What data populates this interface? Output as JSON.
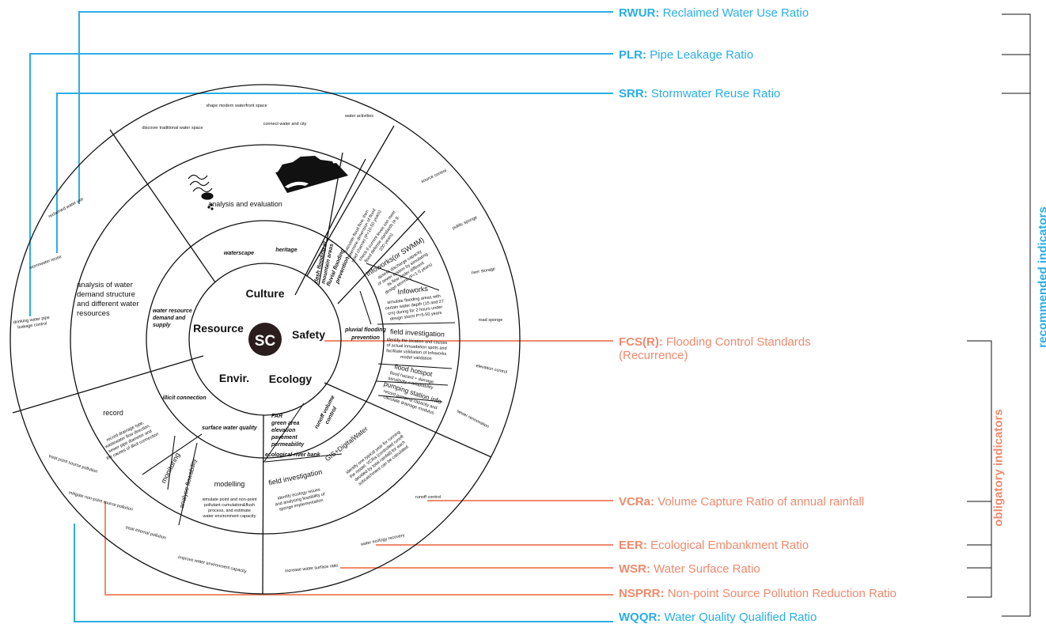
{
  "center": "SC",
  "inner": {
    "culture": "Culture",
    "safety": "Safety",
    "ecology": "Ecology",
    "envir": "Envir.",
    "resource": "Resource"
  },
  "ring2": {
    "waterscape": "waterscape",
    "heritage": "heritage",
    "flash": [
      "flash flooding in",
      "mountain areas"
    ],
    "fluvial": [
      "fluvial flooding",
      "prevention"
    ],
    "pluvial": [
      "pluvial flooding",
      "prevention"
    ],
    "runoff": [
      "runoff volume",
      "control"
    ],
    "far": [
      "FAR",
      "green area",
      "elevation",
      "pavement",
      "permeability",
      "ecological river bank"
    ],
    "surface_quality": "surface water quality",
    "illicit": "illicit connection",
    "water_resource": [
      "water resource",
      "demand and",
      "supply"
    ]
  },
  "ring3": {
    "analysis": "analysis and evaluation",
    "analysis_water": [
      "analysis of water",
      "demand structure",
      "and different water",
      "resources"
    ],
    "calc": [
      "calculate flood flow, then",
      "determine dimension of flood",
      "relief channel (P=10-50 years)"
    ],
    "check": [
      "check if current levee can meet",
      "flood defense standards (e.g.",
      "200 years)"
    ],
    "infoworks_swmm": {
      "title": "Infoworks(or SWMM)",
      "desc": [
        "assess discharge capacity",
        "of sewer system by simulating",
        "its flow under different",
        "design storms (P=1-5 years)"
      ]
    },
    "infoworks": {
      "title": "Infoworks",
      "desc": [
        "simulate flooding areas with",
        "certain water depth (15 and 27",
        "cm) during for 2 hours under",
        "design storm P=5-50 years"
      ]
    },
    "field_safety": {
      "title": "field  investigation",
      "desc": [
        "identify the location and causes",
        "of actual innuadation spots and",
        "facilitate validation of Infoworks",
        "model validation"
      ]
    },
    "flood_hotspot": {
      "title": "flood hotspot",
      "desc": [
        "flood hazard + damage",
        "sensitivity + adaptability"
      ]
    },
    "pumping": {
      "title": "pumping station info",
      "desc": [
        "record pumping capacity and",
        "calculate drainage modulus"
      ]
    },
    "gis": {
      "title": "GIS+DigitalWater",
      "desc": [
        "identify one typical year for running",
        "the model. VCRa (controlled runoff",
        "devided by total rainfall) for each",
        "subcatchment can be calculated"
      ]
    },
    "field_eco": {
      "title": "field  investigation",
      "desc": [
        "identify ecology issues",
        "and analysing feasibility of",
        "sponge implementation"
      ]
    },
    "modelling": {
      "title": "modelling",
      "desc": [
        "simulate point and non-point",
        "pollutant cumulation&flush",
        "process, and estimate",
        "water environment capacity"
      ]
    },
    "monitoring": "monitoring",
    "flowability": "analyse flowability",
    "record": {
      "title": "record",
      "desc": [
        "record drainage type,",
        "wastewater flow direction,",
        "sewer pipe diameter and",
        "the causes of illicit connection"
      ]
    }
  },
  "outer": {
    "shape_modern": "shape modern waterfront space",
    "discover": "discover traditional water space",
    "connect": "connect water and city",
    "activities": "water activities",
    "source_control": "source control",
    "public_sponge": "public sponge",
    "river_storage": "river storage",
    "road_sponge": "road sponge",
    "elevation_control": "elevation control",
    "sewer_renovation": "sewer rennovation",
    "runoff_control": "runoff control",
    "water_ecology": "water ecology recovery",
    "increase_ratio": "increase water surface ratio",
    "improve_env": "improve water environment capacity",
    "treat_internal": "treat internal pollution",
    "mitigate": "mitigate non-point source pollution",
    "treat_point": "treat point source pollution",
    "drinking": [
      "drinking water pipe",
      "leakage control"
    ],
    "stormwater_reuse": "stormwater reuse",
    "reclaimed": "reclaimed water use"
  },
  "indicators": {
    "rwur": {
      "code": "RWUR:",
      "name": "Reclaimed Water Use Ratio"
    },
    "plr": {
      "code": "PLR:",
      "name": "Pipe Leakage Ratio"
    },
    "srr": {
      "code": "SRR:",
      "name": "Stormwater Reuse Ratio"
    },
    "fcs": {
      "code": "FCS(R):",
      "name": "Flooding Control Standards",
      "name2": "(Recurrence)"
    },
    "vcra": {
      "code": "VCRa:",
      "name": "Volume Capture Ratio of annual rainfall"
    },
    "eer": {
      "code": "EER:",
      "name": "Ecological Embankment Ratio"
    },
    "wsr": {
      "code": "WSR:",
      "name": "Water Surface Ratio"
    },
    "nsprr": {
      "code": "NSPRR:",
      "name": "Non-point Source Pollution Reduction Ratio"
    },
    "wqqr": {
      "code": "WQQR:",
      "name": "Water Quality Qualified Ratio"
    }
  },
  "groups": {
    "recommended": "recommended indicators",
    "obligatory": "obligatory indicators"
  },
  "colors": {
    "blue": "#29aee6",
    "orange": "#ef8a6c",
    "center_fill": "#2b1d1d"
  }
}
